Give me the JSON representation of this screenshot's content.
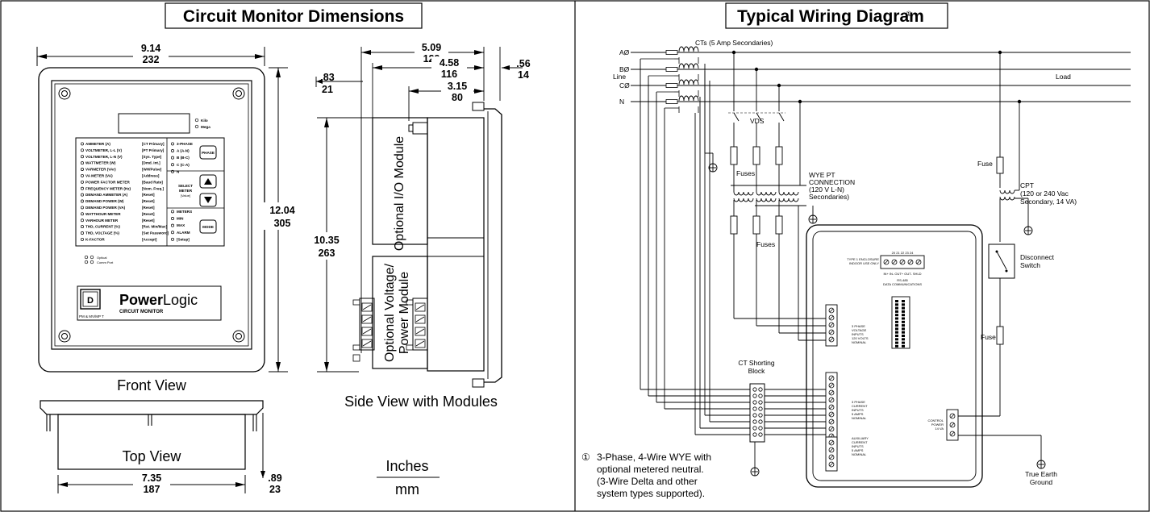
{
  "left_panel": {
    "title": "Circuit Monitor Dimensions",
    "front_view_label": "Front View",
    "top_view_label": "Top View",
    "side_view_label": "Side View with Modules",
    "units_top": "Inches",
    "units_bottom": "mm",
    "dims": {
      "width_in": "9.14",
      "width_mm": "232",
      "height_in": "12.04",
      "height_mm": "305",
      "side_total_in": "5.09",
      "side_total_mm": "129",
      "side_mid_in": "4.58",
      "side_mid_mm": "116",
      "side_body_in": "3.15",
      "side_body_mm": "80",
      "bezel_in": ".56",
      "bezel_mm": "14",
      "offset_in": ".83",
      "offset_mm": "21",
      "side_height_in": "10.35",
      "side_height_mm": "263",
      "top_width_in": "7.35",
      "top_width_mm": "187",
      "top_depth_in": ".89",
      "top_depth_mm": "23"
    },
    "front_panel": {
      "kilo": "Kilo",
      "mega": "Mega",
      "meters": [
        {
          "name": "AMMETER (A)",
          "param": "[CT Primary]"
        },
        {
          "name": "VOLTMETER, L-L (V)",
          "param": "[PT Primary]"
        },
        {
          "name": "VOLTMETER, L-N (V)",
          "param": "[Sys. Type]"
        },
        {
          "name": "WATTMETER (W)",
          "param": "[Dmd. Int.]"
        },
        {
          "name": "VARMETER (VAr)",
          "param": "[WH/Pulse]"
        },
        {
          "name": "VA METER (VA)",
          "param": "[Address]"
        },
        {
          "name": "POWER FACTOR METER",
          "param": "[Baud Rate]"
        },
        {
          "name": "FREQUENCY METER (Hz)",
          "param": "[Nom. Freq.]"
        },
        {
          "name": "DEMAND AMMETER (A)",
          "param": "[Reset]"
        },
        {
          "name": "DEMAND POWER (W)",
          "param": "[Reset]"
        },
        {
          "name": "DEMAND POWER (VA)",
          "param": "[Reset]"
        },
        {
          "name": "WATTHOUR METER",
          "param": "[Reset]"
        },
        {
          "name": "VARHOUR METER",
          "param": "[Reset]"
        },
        {
          "name": "THD, CURRENT (%)",
          "param": "[Rst. Min/Max]"
        },
        {
          "name": "THD, VOLTAGE (%)",
          "param": "[Set Password]"
        },
        {
          "name": "K-FACTOR",
          "param": "[Accept]"
        }
      ],
      "phase_items": [
        "3-PHASE",
        "A (A-N)",
        "B (B-C)",
        "C (C-A)",
        "N"
      ],
      "phase_button": "PHASE",
      "select_label_1": "SELECT",
      "select_label_2": "METER",
      "select_label_3": "[Value]",
      "mode_items": [
        "METERS",
        "MIN",
        "MAX",
        "ALARM",
        "[Setup]"
      ],
      "mode_button": "MODE",
      "optical_1": "Optical",
      "optical_2": "Comm Port",
      "brand_bold": "Power",
      "brand_light": "Logic",
      "brand_sub": "CIRCUIT MONITOR",
      "sq_d": "D",
      "model_tag": "PM & MV/MP T"
    },
    "side_modules": {
      "io_module": "Optional I/O Module",
      "voltage_module_1": "Optional Voltage/",
      "voltage_module_2": "Power Module"
    }
  },
  "right_panel": {
    "title": "Typical Wiring Diagram",
    "title_mark": "①",
    "phases": [
      "AØ",
      "BØ",
      "CØ",
      "N"
    ],
    "line_label": "Line",
    "load_label": "Load",
    "cts_label": "CTs (5 Amp Secondaries)",
    "vds_label": "VDS",
    "fuses_label_1": "Fuses",
    "fuses_label_2": "Fuses",
    "fuse_label_1": "Fuse",
    "fuse_label_2": "Fuse",
    "wye_pt": [
      "WYE PT",
      "CONNECTION",
      "(120 V L-N)",
      "Secondaries)"
    ],
    "cpt": [
      "CPT",
      "(120 or 240 Vac",
      "Secondary, 14 VA)"
    ],
    "disconnect": [
      "Disconnect",
      "Switch"
    ],
    "ct_shorting": [
      "CT Shorting",
      "Block"
    ],
    "true_earth": [
      "True Earth",
      "Ground"
    ],
    "note_mark": "①",
    "note_lines": [
      "3-Phase, 4-Wire WYE with",
      "optional metered neutral.",
      "(3-Wire Delta and other",
      "system types supported)."
    ],
    "meter_back": {
      "enclosure_1": "TYPE 1 ENCLOSURE",
      "enclosure_2": "INDOOR USE ONLY",
      "terminal_nums": "20 21 22 23 24",
      "terminal_labels": "IN+ IN- OUT+ OUT- SHLD",
      "rs485_1": "RS-485",
      "rs485_2": "DATA COMMUNICATIONS",
      "voltage_inputs": [
        "3 PHASE",
        "VOLTAGE",
        "INPUTS",
        "120 VOLTS",
        "NOMINAL"
      ],
      "current_inputs": [
        "3 PHASE",
        "CURRENT",
        "INPUTS",
        "5 AMPS",
        "NOMINAL"
      ],
      "aux_inputs": [
        "AUXILIARY",
        "CURRENT",
        "INPUTS",
        "5 AMPS",
        "NOMINAL"
      ],
      "control_power": [
        "CONTROL",
        "POWER",
        "14 VA"
      ]
    }
  }
}
